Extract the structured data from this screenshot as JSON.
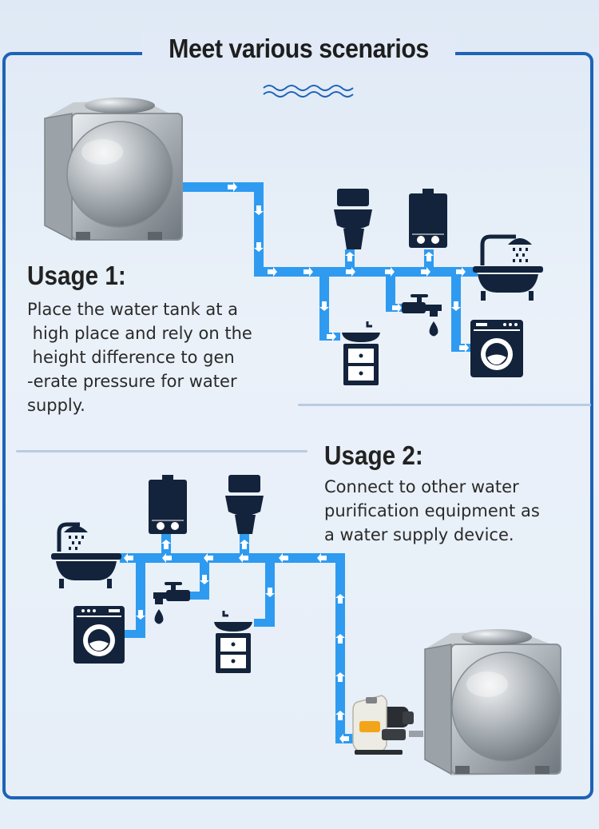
{
  "title": "Meet various scenarios",
  "usage1": {
    "heading": "Usage 1:",
    "lines": [
      "Place the water tank at a",
      " high place and rely on the",
      " height difference to gen",
      "-erate pressure for water",
      "supply."
    ]
  },
  "usage2": {
    "heading": "Usage 2:",
    "lines": [
      "Connect to other water",
      "purification equipment as",
      "a water supply device."
    ]
  },
  "colors": {
    "frame": "#1d63b7",
    "pipe": "#2e9bf0",
    "icon": "#13233c",
    "wave": "#1d63b7"
  },
  "icons": [
    "water-tank-icon",
    "toilet-icon",
    "water-heater-icon",
    "bathtub-shower-icon",
    "sink-cabinet-icon",
    "faucet-icon",
    "washing-machine-icon",
    "water-pump-icon"
  ]
}
